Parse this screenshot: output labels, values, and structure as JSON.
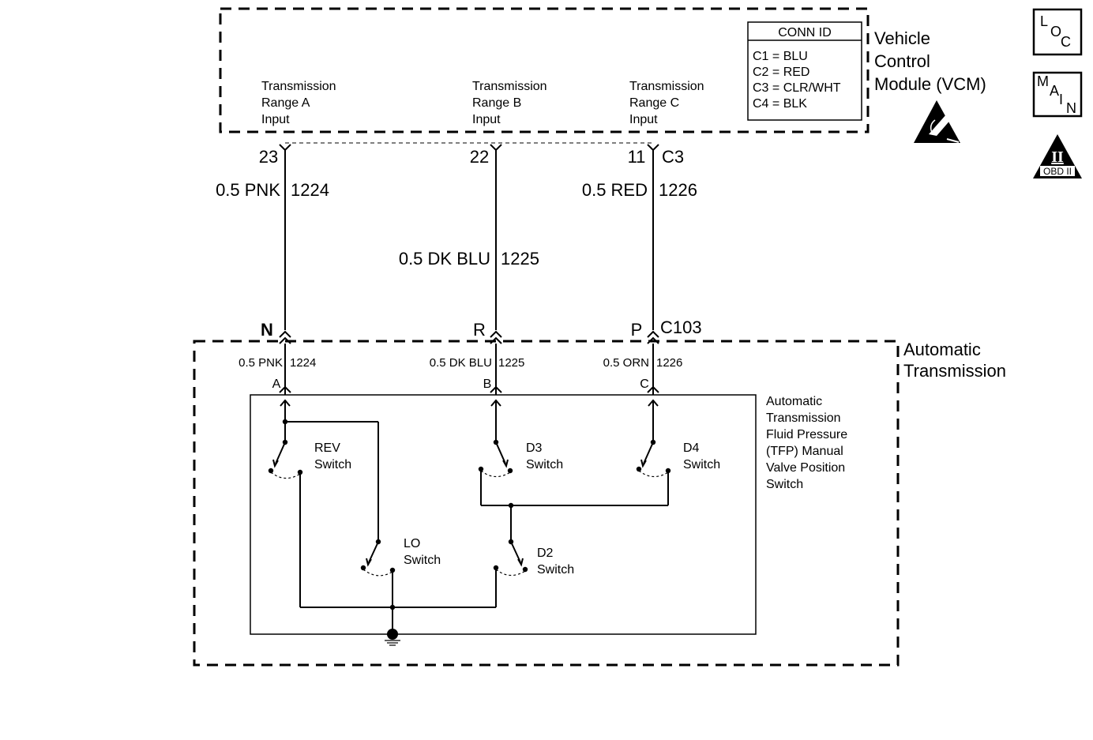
{
  "vcm": {
    "title_lines": [
      "Vehicle",
      "Control",
      "Module (VCM)"
    ],
    "inputs": [
      {
        "lines": [
          "Transmission",
          "Range A",
          "Input"
        ],
        "pin": "23"
      },
      {
        "lines": [
          "Transmission",
          "Range B",
          "Input"
        ],
        "pin": "22"
      },
      {
        "lines": [
          "Transmission",
          "Range C",
          "Input"
        ],
        "pin": "11"
      }
    ],
    "connector_label": "C3",
    "conn_id": {
      "title": "CONN ID",
      "rows": [
        "C1 = BLU",
        "C2 = RED",
        "C3 = CLR/WHT",
        "C4 = BLK"
      ]
    }
  },
  "wires_upper": [
    {
      "gauge_color": "0.5 PNK",
      "circuit": "1224"
    },
    {
      "gauge_color": "0.5 DK BLU",
      "circuit": "1225"
    },
    {
      "gauge_color": "0.5 RED",
      "circuit": "1226"
    }
  ],
  "inline_connector": {
    "name": "C103",
    "pins": [
      "N",
      "R",
      "P"
    ]
  },
  "transmission": {
    "title_lines": [
      "Automatic",
      "Transmission"
    ],
    "wires": [
      {
        "gauge_color": "0.5 PNK",
        "circuit": "1224",
        "terminal": "A"
      },
      {
        "gauge_color": "0.5 DK BLU",
        "circuit": "1225",
        "terminal": "B"
      },
      {
        "gauge_color": "0.5 ORN",
        "circuit": "1226",
        "terminal": "C"
      }
    ],
    "switch_assembly_lines": [
      "Automatic",
      "Transmission",
      "Fluid Pressure",
      "(TFP) Manual",
      "Valve Position",
      "Switch"
    ],
    "switches": [
      {
        "name": "REV",
        "word": "Switch"
      },
      {
        "name": "D3",
        "word": "Switch"
      },
      {
        "name": "D4",
        "word": "Switch"
      },
      {
        "name": "LO",
        "word": "Switch"
      },
      {
        "name": "D2",
        "word": "Switch"
      }
    ]
  },
  "side_icons": {
    "loc": [
      "L",
      "O",
      "C"
    ],
    "main": [
      "M",
      "A",
      "I",
      "N"
    ],
    "obd": {
      "top": "II",
      "bottom": "OBD II"
    }
  }
}
